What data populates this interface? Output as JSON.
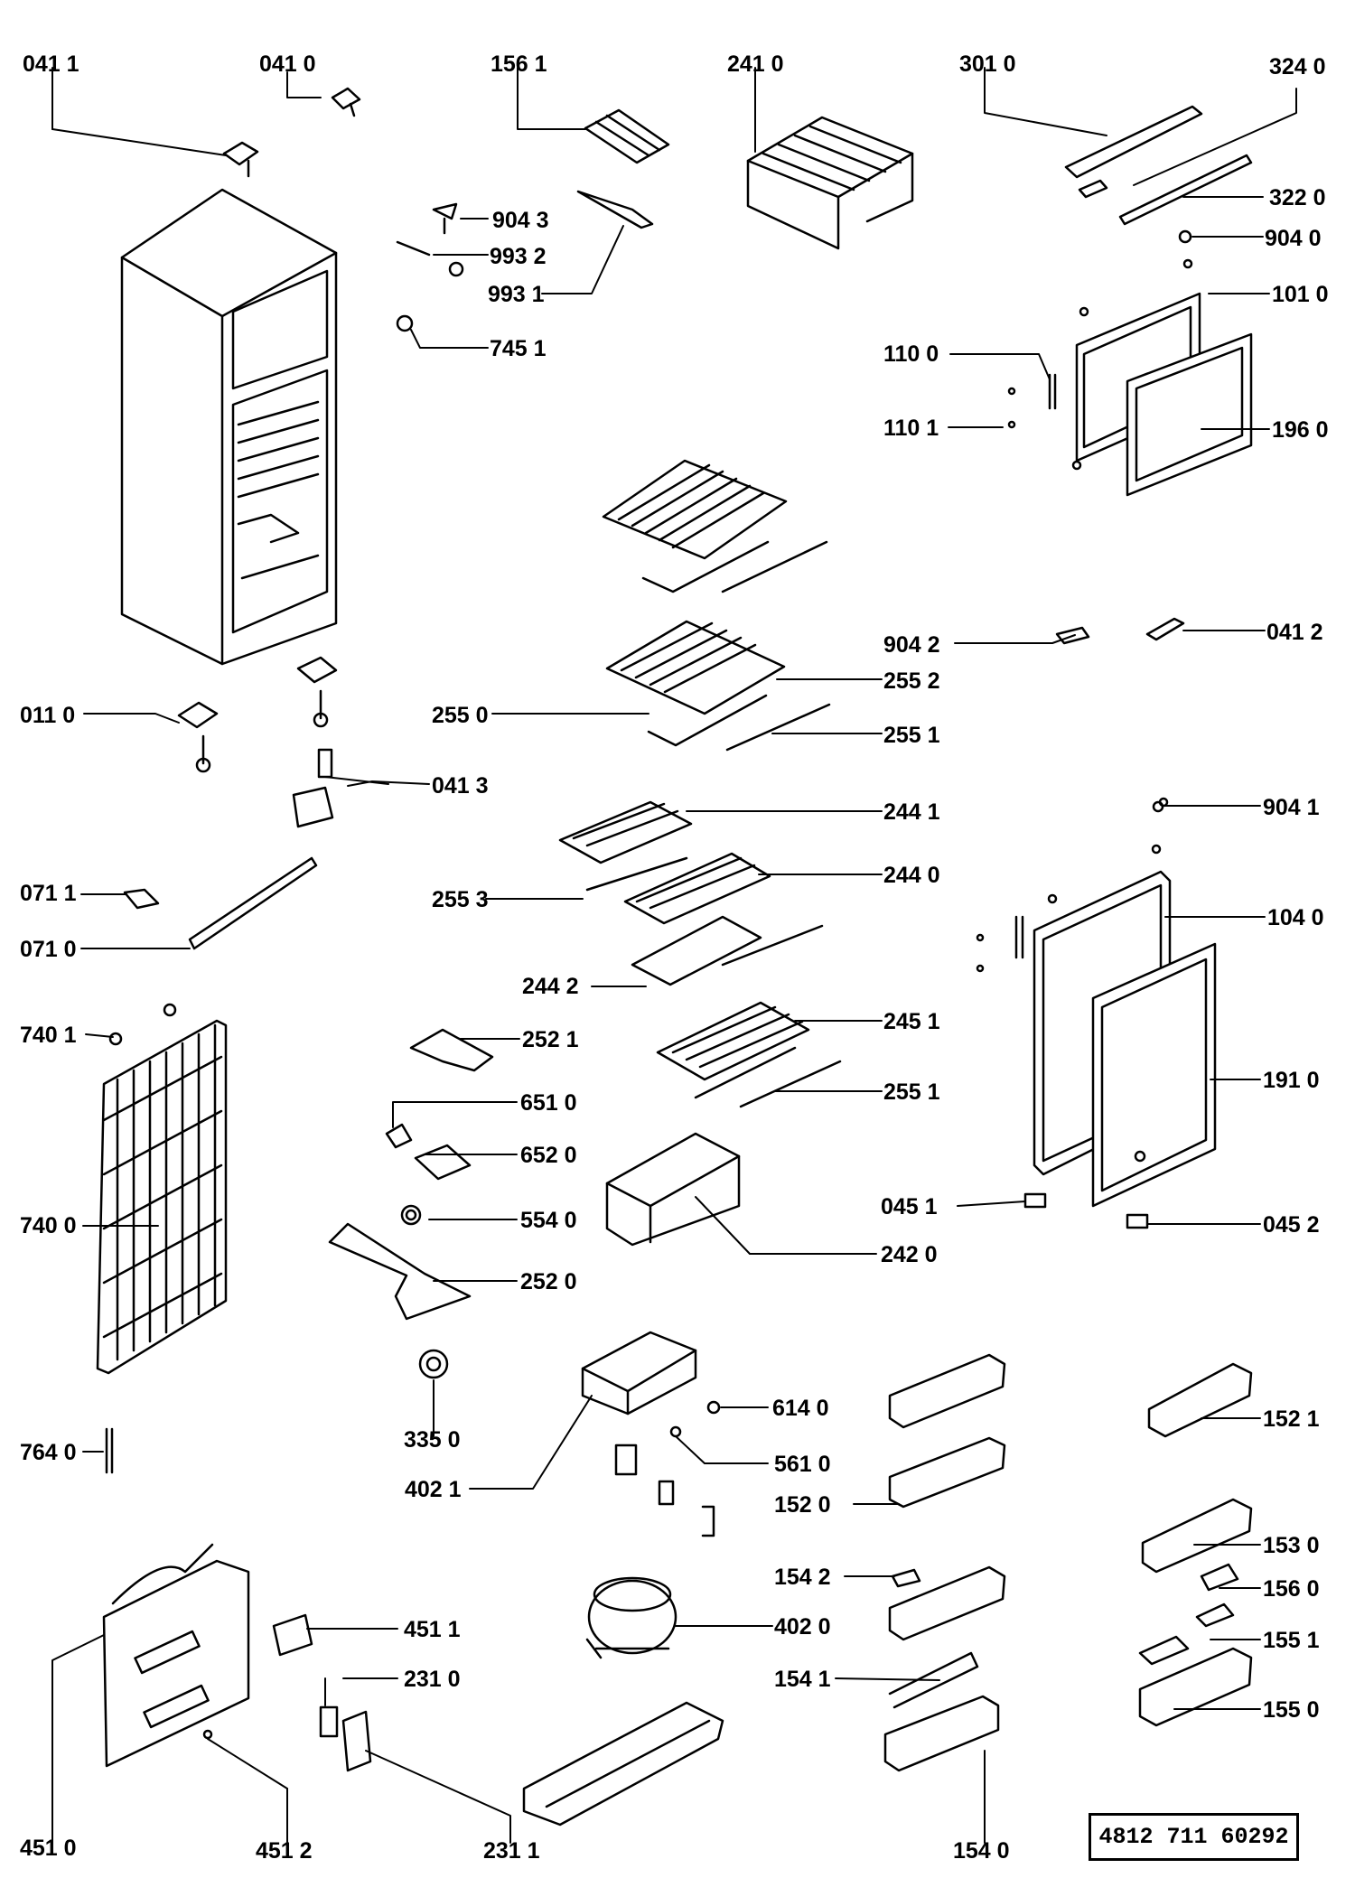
{
  "diagram": {
    "doc_code": "4812 711 60292",
    "labels": {
      "l0411": "041 1",
      "l0410": "041 0",
      "l1561": "156 1",
      "l2410": "241 0",
      "l3010": "301 0",
      "l3240": "324 0",
      "l3220": "322 0",
      "l9040": "904 0",
      "l1010": "101 0",
      "l1100": "110 0",
      "l1101": "110 1",
      "l1960": "196 0",
      "l9043": "904 3",
      "l9932": "993 2",
      "l9931": "993 1",
      "l7451": "745 1",
      "l9042": "904 2",
      "l0412": "041 2",
      "l0110": "011 0",
      "l2550": "255 0",
      "l2552": "255 2",
      "l2551a": "255 1",
      "l0413": "041 3",
      "l9041": "904 1",
      "l2441": "244 1",
      "l2440": "244 0",
      "l2553": "255 3",
      "l0711": "071 1",
      "l0710": "071 0",
      "l1040": "104 0",
      "l2442": "244 2",
      "l7401": "740 1",
      "l2521": "252 1",
      "l2451": "245 1",
      "l2551b": "255 1",
      "l1910": "191 0",
      "l6510": "651 0",
      "l6520": "652 0",
      "l7400": "740 0",
      "l5540": "554 0",
      "l0451": "045 1",
      "l0452": "045 2",
      "l2420": "242 0",
      "l2520": "252 0",
      "l6140": "614 0",
      "l1521": "152 1",
      "l3350": "335 0",
      "l7640": "764 0",
      "l5610": "561 0",
      "l4021": "402 1",
      "l1520": "152 0",
      "l1530": "153 0",
      "l1542": "154 2",
      "l1560": "156 0",
      "l4511": "451 1",
      "l4020": "402 0",
      "l1551": "155 1",
      "l2310": "231 0",
      "l1541": "154 1",
      "l1550": "155 0",
      "l4510": "451 0",
      "l4512": "451 2",
      "l2311": "231 1",
      "l1540": "154 0"
    }
  }
}
